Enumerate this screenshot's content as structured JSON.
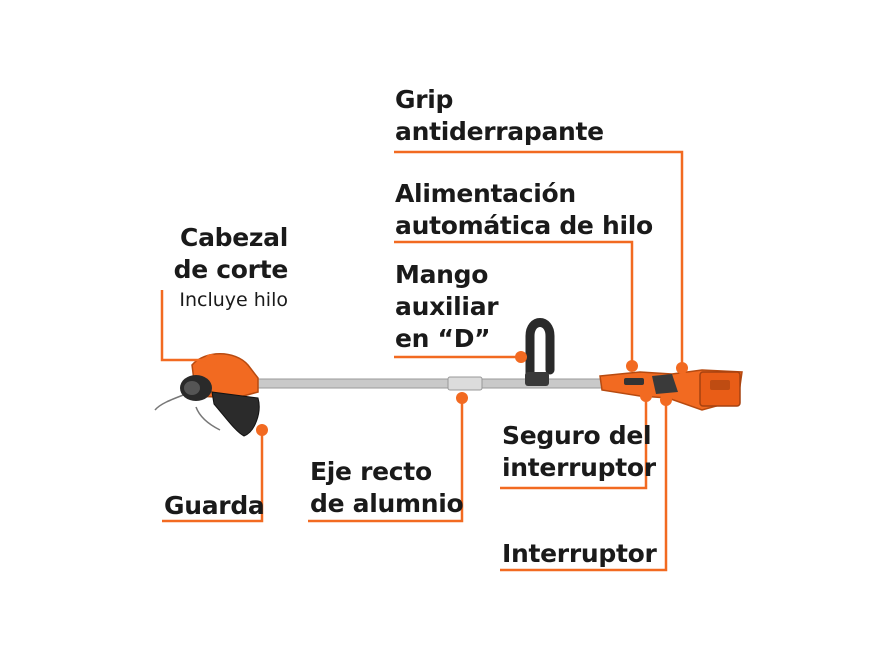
{
  "accent_color": "#f26a21",
  "labels": {
    "grip": [
      "Grip",
      "antiderrapante"
    ],
    "alimentacion": [
      "Alimentación",
      "automática de hilo"
    ],
    "mango": [
      "Mango",
      "auxiliar",
      "en “D”"
    ],
    "cabezal": [
      "Cabezal",
      "de corte"
    ],
    "cabezal_sub": "Incluye hilo",
    "seguro": [
      "Seguro del",
      "interruptor"
    ],
    "eje": [
      "Eje recto",
      "de alumnio"
    ],
    "guarda": "Guarda",
    "interruptor": "Interruptor"
  }
}
